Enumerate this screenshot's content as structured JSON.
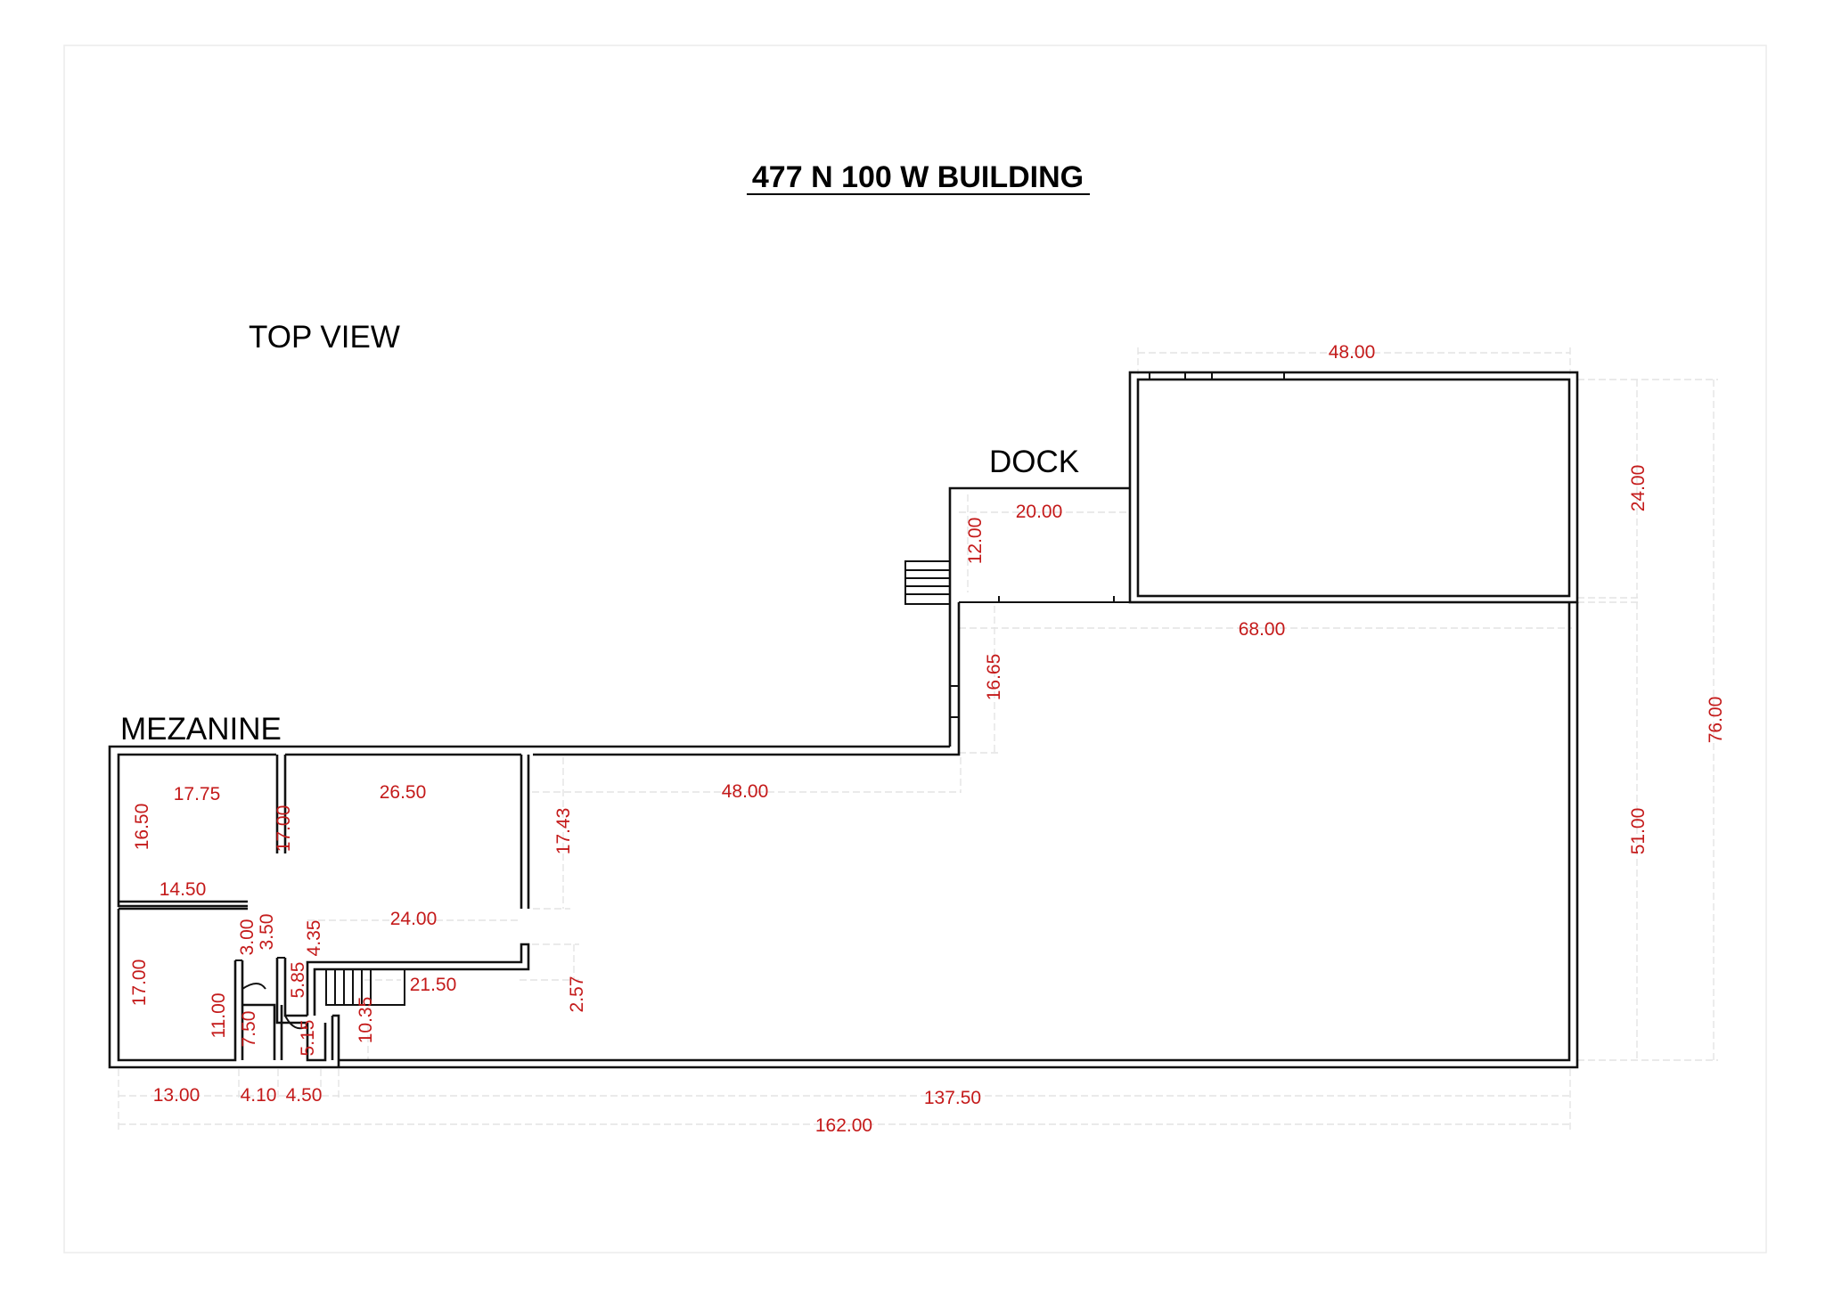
{
  "title": "477 N 100 W BUILDING",
  "labels": {
    "top_view": "TOP VIEW",
    "dock": "DOCK",
    "mezzanine": "MEZANINE"
  },
  "dimensions": {
    "dock_top_width": "48.00",
    "dock_right_height": "24.00",
    "dock_width": "20.00",
    "dock_depth": "12.00",
    "main_width": "68.00",
    "main_offset": "16.65",
    "total_height": "76.00",
    "main_height": "51.00",
    "office1_width": "17.75",
    "office1_height": "16.50",
    "office_divider": "17.00",
    "office2_width": "26.50",
    "corridor_height": "17.43",
    "corridor_width": "48.00",
    "office3_width": "14.50",
    "office3_height": "17.00",
    "hall_3_00": "3.00",
    "hall_3_50": "3.50",
    "hall_4_35": "4.35",
    "hall_24_00": "24.00",
    "hall_5_85": "5.85",
    "stair_width": "21.50",
    "stair_offset": "2.57",
    "bath1_height": "11.00",
    "bath2_height": "7.50",
    "bath3_height": "5.15",
    "stair_height": "10.35",
    "bottom_13": "13.00",
    "bottom_4_10": "4.10",
    "bottom_4_50": "4.50",
    "bottom_137_50": "137.50",
    "overall_width": "162.00"
  },
  "colors": {
    "walls": "#111111",
    "dimension_text": "#c41a1a",
    "dimension_lines": "#e3e3e3",
    "sheet_border": "#ececec"
  }
}
